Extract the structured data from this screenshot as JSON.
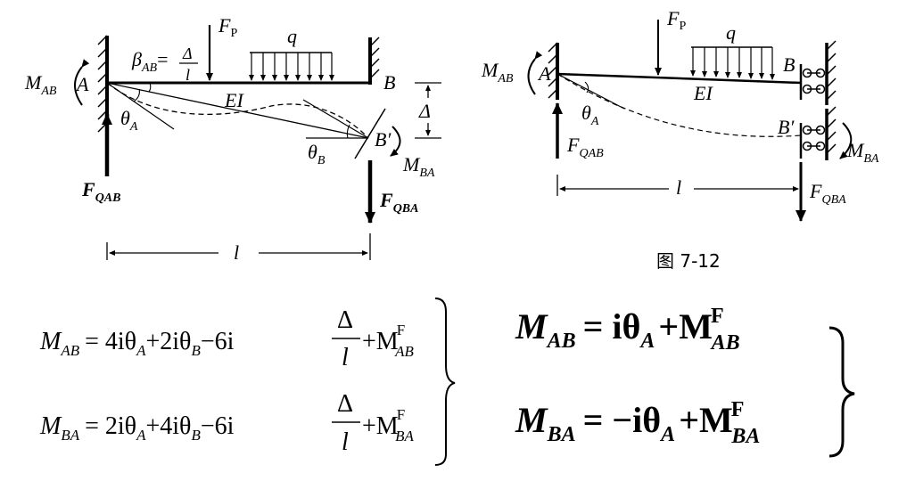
{
  "figure_caption": "图 7-12",
  "left_diagram": {
    "label_FP": "F",
    "label_FP_sub": "P",
    "label_q": "q",
    "label_MAB": "M",
    "label_MAB_sub": "AB",
    "label_A": "A",
    "label_beta": "β",
    "label_beta_sub": "AB",
    "label_beta_eq": "=",
    "label_delta_num": "Δ",
    "label_l_den": "l",
    "label_EI": "EI",
    "label_B": "B",
    "label_Delta": "Δ",
    "label_thetaA": "θ",
    "label_thetaA_sub": "A",
    "label_thetaB": "θ",
    "label_thetaB_sub": "B",
    "label_Bprime": "B′",
    "label_MBA": "M",
    "label_MBA_sub": "BA",
    "label_FQAB": "F",
    "label_FQAB_sub": "QAB",
    "label_FQBA": "F",
    "label_FQBA_sub": "QBA",
    "label_l": "l"
  },
  "right_diagram": {
    "label_FP": "F",
    "label_FP_sub": "P",
    "label_q": "q",
    "label_MAB": "M",
    "label_MAB_sub": "AB",
    "label_A": "A",
    "label_B": "B",
    "label_EI": "EI",
    "label_thetaA": "θ",
    "label_thetaA_sub": "A",
    "label_Bprime": "B′",
    "label_FQAB": "F",
    "label_FQAB_sub": "QAB",
    "label_l": "l",
    "label_FQBA": "F",
    "label_FQBA_sub": "QBA",
    "label_MBA": "M",
    "label_MBA_sub": "BA"
  },
  "equations_left": {
    "eq1": {
      "lhs": "M",
      "lhs_sub": "AB",
      "t1": "= 4iθ",
      "t1_sub": "A",
      "t2": "+2iθ",
      "t2_sub": "B",
      "t3": "−6i",
      "frac_num": "Δ",
      "frac_den": "l",
      "t4": "+M",
      "t4_sup": "F",
      "t4_sub": "AB"
    },
    "eq2": {
      "lhs": "M",
      "lhs_sub": "BA",
      "t1": "= 2iθ",
      "t1_sub": "A",
      "t2": "+4iθ",
      "t2_sub": "B",
      "t3": "−6i",
      "frac_num": "Δ",
      "frac_den": "l",
      "t4": "+M",
      "t4_sup": "F",
      "t4_sub": "BA"
    }
  },
  "equations_right": {
    "eq1": {
      "lhs": "M",
      "lhs_sub": "AB",
      "t1": "= iθ",
      "t1_sub": "A",
      "t2": "+M",
      "t2_sup": "F",
      "t2_sub": "AB"
    },
    "eq2": {
      "lhs": "M",
      "lhs_sub": "BA",
      "t1": "= −iθ",
      "t1_sub": "A",
      "t2": "+M",
      "t2_sup": "F",
      "t2_sub": "BA"
    }
  }
}
